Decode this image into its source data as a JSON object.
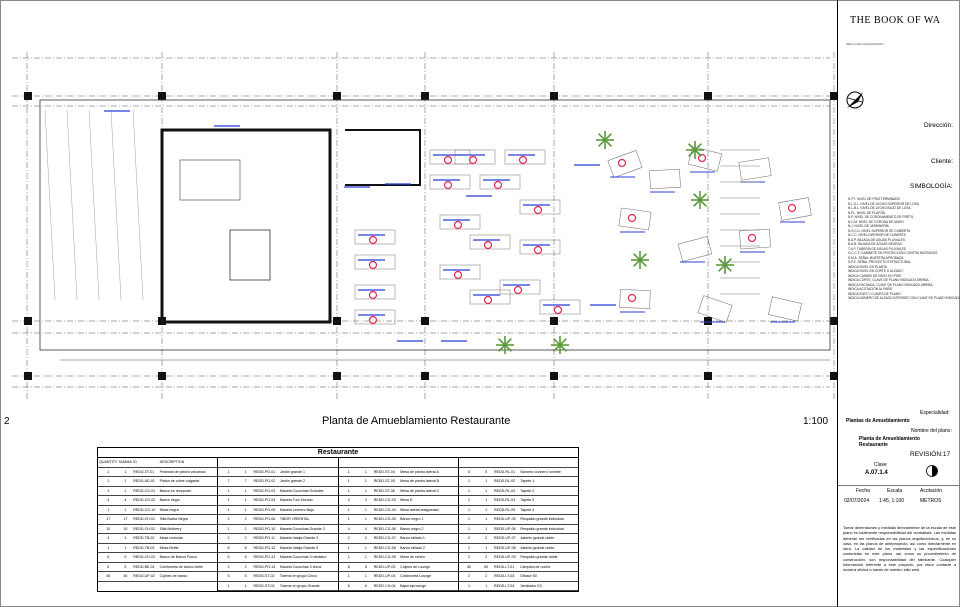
{
  "title_block": {
    "brand": "THE BOOK OF WA",
    "small_caption": "SELLO DE LOCALIZACION",
    "direccion_label": "Dirección:",
    "cliente_label": "Cliente:",
    "simbologia_label": "SIMBOLOGÍA:",
    "simbologia_items": [
      "N.P.T.  NIVEL DE PISO TERMINADO",
      "N.L.S.L.  NIVEL DE LECHO SUPERIOR DE LOSA",
      "N.L.B.L.  NIVEL DE LECHO BAJO DE LOSA",
      "N.PL.  NIVEL DE PLAFÓN",
      "N.P.  NIVEL DE CORONAMIENTO DE PRETIL",
      "N.C.M.  NIVEL DE CORONA DE MURO",
      "N.J.  NIVEL DE JARDINERÍA",
      "N.S.C.U.  NIVEL SUPERIOR DE CUBIERTA",
      "N.C.C.  NIVEL INFERIOR DE CUBIERTA",
      "B.A.P.  BAJADA DE AGUAS PLUVIALES",
      "B.A.N.  BAJADA DE AGUAS NEGRAS",
      "T.A.P.  TUBERÍA DE AGUAS PLUVIALES",
      "G.C.C.F.  GABINETE DE PROTECCIÓN CONTRA INCENDIOS",
      "S.M.A.  SEÑAL MUESTRA APROBADA",
      "S.P.E.  SEÑAL PROYECTO ESTRUCTURAL",
      "INDICA NIVEL EN PLANTA",
      "INDICA NIVEL EN CORTE O ALZADO",
      "INDICA CAMBIO DE NIVEL EN PISO",
      "INDICA CORTE, CLAVE DE PLANO INDICADO ARRIBA",
      "INDICA FACHADA, CLAVE DE PLANO INDICADO ARRIBA",
      "INDICA ACOTACIÓN AL PAÑO",
      "INDICA EJES Y CLAVES DE PLANO",
      "INDICA NÚMERO DE ALZADO INTERIOR CON CLAVE DE PLANO INDICADO AL CENTRO"
    ],
    "especialidad_label": "Especialidad:",
    "especialidad_value": "Plantas de Amueblamiento",
    "nombre_plano_label": "Nombre del plano:",
    "nombre_plano_value_1": "Planta de Amueblamiento",
    "nombre_plano_value_2": "Restaurante",
    "revision": "REVISIÓN:17",
    "clave_label": "Clave",
    "clave_value": "A.07.1.4",
    "fecha_label": "Fecha",
    "fecha_value": "02/07/2024",
    "escala_label": "Escala",
    "escala_value": "1:45, 1:100",
    "acotacion_label": "Acotación",
    "acotacion_value": "METROS",
    "note": "Tomar dimensiones y medidas directamente de la escala de este plano es totalmente responsabilidad del contratista. Las medidas deberán ser verificadas en las planos arquitectónicos, y, en su caso, en las planos de anteproyecto, así como directamente en obra. La calidad de los materiales y las especificaciones contenidas en este plano, así como su procedimiento de construcción, son responsabilidad del fabricante. Cualquier información referente a este proyecto, por favor contacte a nuestra oficina a través de nuestro sitio web."
  },
  "plan": {
    "title": "Planta de Amueblamiento Restaurante",
    "sheet_number": "2",
    "scale": "1:100"
  },
  "schedule": {
    "caption": "Restaurante",
    "headers": [
      "QUANTITY",
      "SUMMARY",
      "ID",
      "DESCRIPTION"
    ],
    "blocks": [
      [
        [
          "1",
          "1",
          "REDD-ST-01",
          "Pedestal de piedra volcánica"
        ],
        [
          "1",
          "1",
          "REDD-AD-01",
          "Platón de cobre colgante"
        ],
        [
          "1",
          "1",
          "REDD-CG-01",
          "Banco en recepción"
        ],
        [
          "4",
          "4",
          "REDD-CG-02",
          "Banco negro"
        ],
        [
          "1",
          "1",
          "REDD-CG-10",
          "Mesa negra"
        ],
        [
          "17",
          "17",
          "REDD-CH-01",
          "Silla Barba Negra"
        ],
        [
          "10",
          "10",
          "REDD-CH-02",
          "Silla Mulberry"
        ],
        [
          "3",
          "3",
          "REDD-TB-02",
          "Mesa redonda"
        ],
        [
          "1",
          "1",
          "REDD-TB-03",
          "Mesa Bettle"
        ],
        [
          "5",
          "5",
          "REDD-CH-03",
          "Banco de Banco Fusco"
        ],
        [
          "5",
          "5",
          "REDD-BE-01",
          "Colchoneta de banco bebé"
        ],
        [
          "45",
          "45",
          "REDD-UP-02",
          "Cojines de banco"
        ]
      ],
      [
        [
          "1",
          "1",
          "REDD-PO-01",
          "Jardín grande 1"
        ],
        [
          "7",
          "7",
          "REDD-PO-02",
          "Jardín grande 2"
        ],
        [
          "1",
          "1",
          "REDD-PO-03",
          "Maceta Cocuchas Grandes"
        ],
        [
          "1",
          "1",
          "REDD-PO-04",
          "Maceta Turo Dorado"
        ],
        [
          "1",
          "1",
          "REDD-PO-05",
          "Maceta Lechero Bajo"
        ],
        [
          "2",
          "2",
          "REDD-PO-06",
          "TIBOR ORIENTAL"
        ],
        [
          "1",
          "1",
          "REDD-PO-10",
          "Maceta Cocuchas Grande 3"
        ],
        [
          "2",
          "2",
          "REDD-PO-11",
          "Maceta Vasija Grande 3"
        ],
        [
          "8",
          "8",
          "REDD-PO-12",
          "Maceta Vasija Grande 5"
        ],
        [
          "6",
          "6",
          "REDD-PO-13",
          "Maceta Cocuchas 3 mediano"
        ],
        [
          "2",
          "2",
          "REDD-PO-14",
          "Maceta Cocuchas 3 chica"
        ],
        [
          "5",
          "5",
          "REDD-ST-02",
          "Totems en grupo Chico"
        ],
        [
          "1",
          "1",
          "REDD-ST-03",
          "Totems en grupo Grande"
        ]
      ],
      [
        [
          "1",
          "1",
          "REDD-ST-04",
          "Mesa de piedra lateral A"
        ],
        [
          "1",
          "1",
          "REDD-ST-05",
          "Mesa de piedra lateral B"
        ],
        [
          "1",
          "1",
          "REDD-ST-06",
          "Mesa de piedra lateral C"
        ],
        [
          "3",
          "3",
          "REDD-CG-03",
          "Mesa D"
        ],
        [
          "1",
          "1",
          "REDD-CG-04",
          "Mesa lateral antiguedad"
        ],
        [
          "1",
          "1",
          "REDD-CG-05",
          "Banco negro 1"
        ],
        [
          "4",
          "4",
          "REDD-CG-06",
          "Banco negro 2"
        ],
        [
          "2",
          "2",
          "REDD-CG-07",
          "Banco tallado 1"
        ],
        [
          "1",
          "1",
          "REDD-CG-08",
          "Banco tallado 2"
        ],
        [
          "1",
          "1",
          "REDD-CG-09",
          "Mesa de centro"
        ],
        [
          "8",
          "8",
          "REDD-UP-03",
          "Cojines de Lounge"
        ],
        [
          "1",
          "1",
          "REDD-UP-04",
          "Colchoneta Lounge"
        ],
        [
          "6",
          "6",
          "REDD-CH-04",
          "Bajorreja lounge"
        ]
      ],
      [
        [
          "5",
          "5",
          "REDD-RL-01",
          "Número cocinero nombre"
        ],
        [
          "1",
          "1",
          "REDD-RL-02",
          "Tapete 1"
        ],
        [
          "1",
          "1",
          "REDD-RL-03",
          "Tapete 2"
        ],
        [
          "1",
          "1",
          "REDD-RL-04",
          "Tapete 3"
        ],
        [
          "1",
          "1",
          "REDD-RL-05",
          "Tapete 4"
        ],
        [
          "1",
          "1",
          "REDD-UP-05",
          "Respaldo grande individual"
        ],
        [
          "1",
          "1",
          "REDD-UP-06",
          "Respaldo grande individual"
        ],
        [
          "2",
          "2",
          "REDD-UP-07",
          "Asiento grande doble"
        ],
        [
          "1",
          "1",
          "REDD-UP-08",
          "Asiento grande doble"
        ],
        [
          "2",
          "2",
          "REDD-UP-09",
          "Respaldo grande doble"
        ],
        [
          "50",
          "50",
          "REDD-LT-01",
          "Lámpara de noche"
        ],
        [
          "2",
          "2",
          "REDD-LT-03",
          "Difusor 50"
        ],
        [
          "1",
          "1",
          "REDD-LT-04",
          "Ventilador EC"
        ]
      ]
    ]
  },
  "colors": {
    "annotation_blue": "#2b3fd6",
    "tag_red": "#e0284a",
    "plant_green": "#5a9a3a",
    "line": "#222222"
  }
}
